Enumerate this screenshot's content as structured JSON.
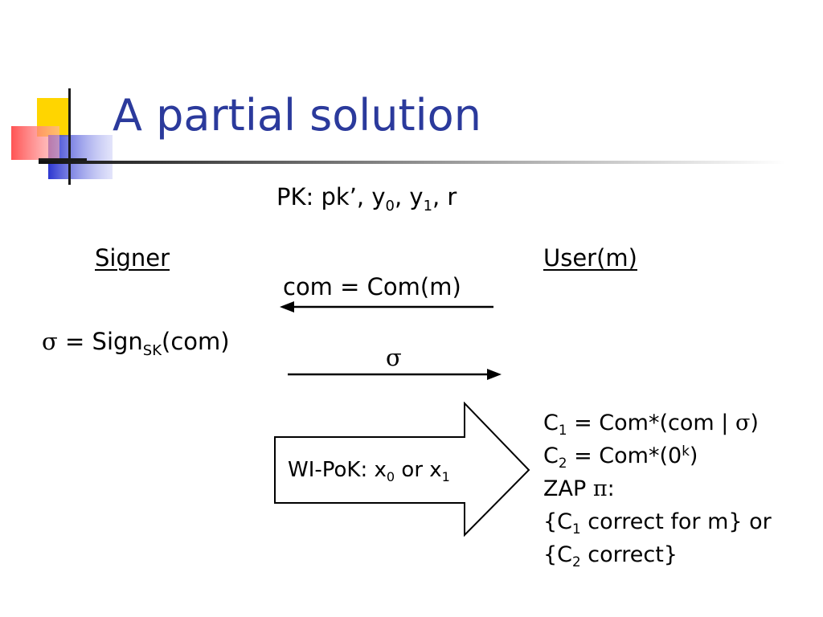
{
  "slide": {
    "title": "A partial solution",
    "colors": {
      "title": "#2b3a9c",
      "logo_yellow": "#ffd500",
      "logo_red": "#ff5a5a",
      "logo_blue": "#3c46d6"
    }
  },
  "public_key": {
    "prefix": "PK: pk’, y",
    "y0_sub": "0",
    "sep1": ", y",
    "y1_sub": "1",
    "suffix": ", r"
  },
  "parties": {
    "signer": "Signer",
    "user": "User(m)"
  },
  "messages": {
    "commit": "com = Com(m)",
    "sigma": "σ"
  },
  "signing": {
    "sigma": "σ",
    "eq": " = Sign",
    "sub": "SK",
    "arg": "(com)"
  },
  "wi_pok": {
    "prefix": "WI-PoK: x",
    "x0_sub": "0",
    "mid": " or x",
    "x1_sub": "1"
  },
  "zap_block": {
    "line1": {
      "c": "C",
      "sub": "1",
      "text": " = Com*(com | ",
      "sigma": "σ",
      "end": ")"
    },
    "line2": {
      "c": "C",
      "sub": "2",
      "text": " = Com*(0",
      "sup": "k",
      "end": ")"
    },
    "line3": {
      "text": "ZAP ",
      "pi": "π",
      "end": ":"
    },
    "line4": {
      "open": "{C",
      "sub": "1",
      "text": " correct for m} or"
    },
    "line5": {
      "open": "{C",
      "sub": "2",
      "text": " correct}"
    }
  }
}
